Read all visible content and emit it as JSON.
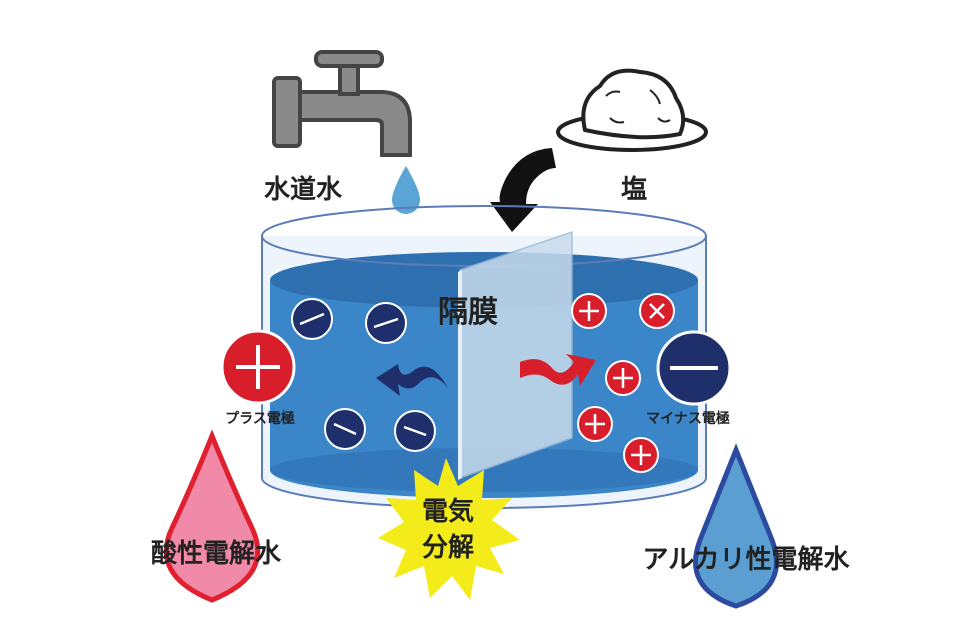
{
  "labels": {
    "tap_water": "水道水",
    "salt": "塩",
    "membrane": "隔膜",
    "plus_electrode": "プラス電極",
    "minus_electrode": "マイナス電極",
    "electrolysis_line1": "電気",
    "electrolysis_line2": "分解",
    "acidic_water": "酸性電解水",
    "alkaline_water": "アルカリ性電解水"
  },
  "colors": {
    "tank_water": "#3a86c8",
    "tank_water_dark": "#2e6fb0",
    "membrane": "#c8dcec",
    "negative_ion": "#1e2f6b",
    "positive_ion": "#d81e2a",
    "acid_drop": "#f08aa8",
    "acid_outline": "#e0202e",
    "alkaline_drop": "#5b9fd2",
    "alkaline_outline": "#2c4aa0",
    "burst": "#f4ec1a",
    "faucet": "#8a8a8a",
    "water_drop": "#5ba4d6"
  },
  "icons": {
    "faucet": "faucet-icon",
    "salt": "salt-pile-icon",
    "arrow": "curved-arrow-icon"
  }
}
